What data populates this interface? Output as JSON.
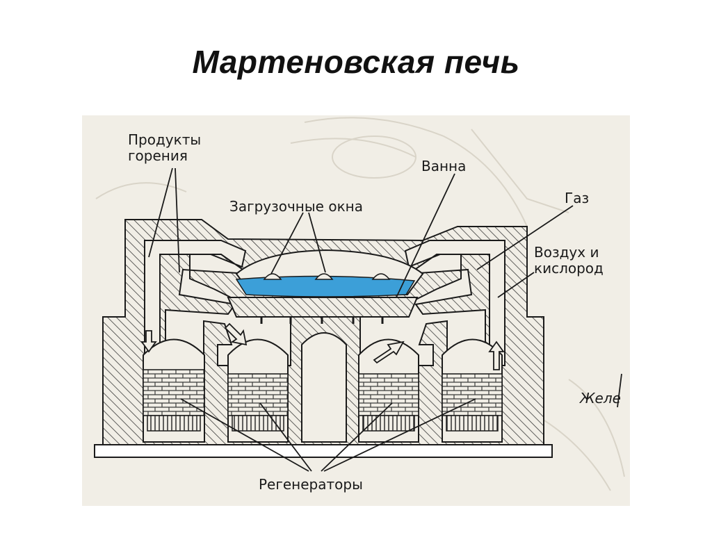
{
  "title": "Мартеновская печь",
  "labels": {
    "products_line1": "Продукты",
    "products_line2": "горения",
    "bath": "Ванна",
    "loading_windows": "Загрузочные окна",
    "gas": "Газ",
    "air_line1": "Воздух и",
    "air_line2": "кислород",
    "iron_partial": "Желе",
    "regenerators": "Регенераторы"
  },
  "colors": {
    "molten_bath": "#3c9fd8",
    "hatch": "#3a3a3a",
    "paper": "#f1eee6"
  }
}
